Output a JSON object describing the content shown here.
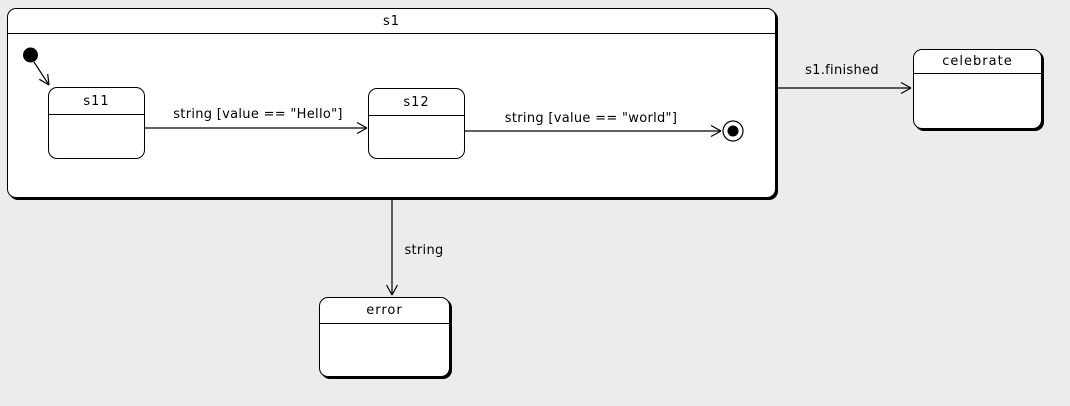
{
  "diagram": {
    "type": "uml-statechart",
    "colors": {
      "background": "#ececec",
      "state_fill": "#ffffff",
      "stroke": "#000000"
    },
    "states": {
      "s1": {
        "label": "s1",
        "kind": "composite"
      },
      "s11": {
        "label": "s11",
        "kind": "simple",
        "parent": "s1"
      },
      "s12": {
        "label": "s12",
        "kind": "simple",
        "parent": "s1"
      },
      "celebrate": {
        "label": "celebrate",
        "kind": "simple"
      },
      "error": {
        "label": "error",
        "kind": "simple"
      }
    },
    "pseudostates": {
      "initial": {
        "kind": "initial-state",
        "parent": "s1"
      },
      "final": {
        "kind": "final-state",
        "parent": "s1"
      }
    },
    "transitions": [
      {
        "from": "initial",
        "to": "s11",
        "label": ""
      },
      {
        "from": "s11",
        "to": "s12",
        "label": "string [value == \"Hello\"]"
      },
      {
        "from": "s12",
        "to": "final",
        "label": "string [value == \"world\"]"
      },
      {
        "from": "s1",
        "to": "celebrate",
        "label": "s1.finished"
      },
      {
        "from": "s1",
        "to": "error",
        "label": "string"
      }
    ]
  }
}
